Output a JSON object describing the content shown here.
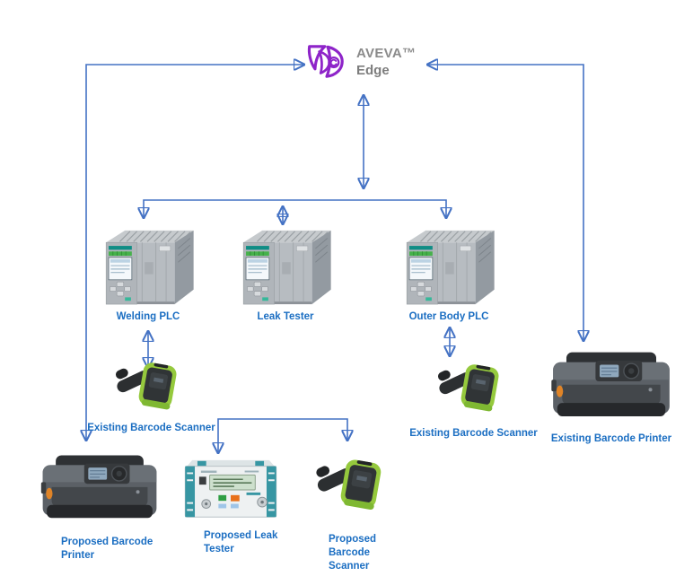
{
  "diagram": {
    "brand": {
      "name": "AVEVA™",
      "product": "Edge"
    },
    "colors": {
      "connector_blue": "#4472C4",
      "label_blue": "#1B6EC2",
      "aveva_purple": "#8E24C9",
      "aveva_text_gray": "#8B8B8B"
    },
    "nodes": {
      "welding_plc": {
        "label": "Welding PLC"
      },
      "leak_tester_plc": {
        "label": "Leak Tester"
      },
      "outer_body_plc": {
        "label": "Outer Body PLC"
      },
      "existing_barcode_scanner_left": {
        "label": "Existing Barcode Scanner"
      },
      "existing_barcode_scanner_right": {
        "label": "Existing Barcode Scanner"
      },
      "existing_barcode_printer": {
        "label": "Existing Barcode Printer"
      },
      "proposed_barcode_printer": {
        "label": "Proposed Barcode Printer"
      },
      "proposed_leak_tester": {
        "label": "Proposed Leak Tester"
      },
      "proposed_barcode_scanner": {
        "label": "Proposed Barcode Scanner"
      }
    }
  }
}
